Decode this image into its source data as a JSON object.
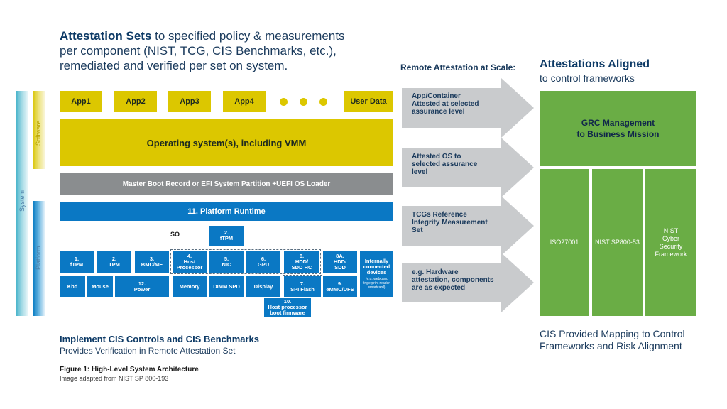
{
  "header": {
    "title_bold": "Attestation Sets",
    "title_rest": " to specified policy & measurements per component (NIST, TCG, CIS Benchmarks, etc.), remediated and verified per set on system.",
    "remote_label": "Remote Attestation at Scale:",
    "aligned_title": "Attestations Aligned",
    "aligned_sub": "to control frameworks"
  },
  "side_labels": {
    "system": "System",
    "software": "Software",
    "platform": "Platform"
  },
  "software": {
    "apps": [
      "App1",
      "App2",
      "App3",
      "App4"
    ],
    "user_data": "User Data",
    "os": "Operating system(s), including VMM"
  },
  "boot": {
    "mbr": "Master Boot Record or EFI System Partition +UEFI OS Loader"
  },
  "platform": {
    "runtime": "11. Platform Runtime",
    "so_label": "SO",
    "ftpm2": "2.\nfTPM",
    "row1": [
      "1.\nfTPM",
      "2.\nTPM",
      "3.\nBMC/ME",
      "4.\nHost\nProcessor",
      "5.\nNIC",
      "6.\nGPU",
      "8.\nHDD/\nSDD HC",
      "8A.\nHDD/\nSDD"
    ],
    "internal_title": "Internally connected devices",
    "internal_sub": "(e.g. webcam, fingerprint reader, smartcard)",
    "row2": {
      "kbd": "Kbd",
      "mouse": "Mouse",
      "power": "12.\nPower",
      "memory": "Memory",
      "dimm": "DIMM SPD",
      "display": "Display",
      "spi": "7.\nSPI Flash",
      "emmc": "9.\neMMC/UFS"
    },
    "host_boot": "10.\nHost processor\nboot firmware"
  },
  "arrows": [
    "App/Container\nAttested at selected\nassurance level",
    "Attested OS to\nselected assurance\nlevel",
    "TCGs Reference\nIntegrity Measurement\nSet",
    "e.g. Hardware\nattestation, components\nare as expected"
  ],
  "frameworks": {
    "grc": "GRC Management\nto Business Mission",
    "items": [
      "ISO27001",
      "NIST SP800-53",
      "NIST\nCyber\nSecurity\nFramework"
    ]
  },
  "footer": {
    "implement_title": "Implement CIS Controls and CIS Benchmarks",
    "implement_sub": "Provides Verification in Remote Attestation Set",
    "figure_title": "Figure 1: High-Level System Architecture",
    "figure_sub": "Image adapted from NIST SP 800-193",
    "cis_mapping": "CIS Provided Mapping to Control Frameworks and Risk Alignment"
  },
  "colors": {
    "software_yellow": "#dcc700",
    "platform_blue": "#0a78c4",
    "boot_gray": "#8a8d8f",
    "framework_green": "#6aad45",
    "arrow_gray": "#c9cbcd"
  }
}
